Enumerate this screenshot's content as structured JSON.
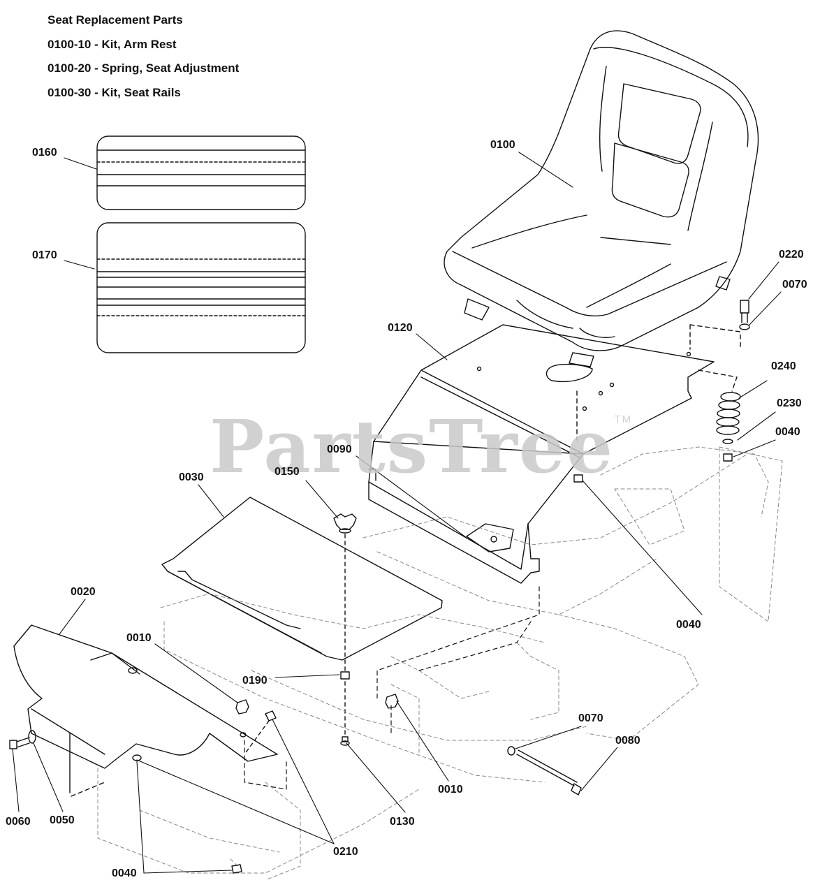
{
  "notes": {
    "heading": "Seat Replacement Parts",
    "items": [
      "0100-10 - Kit, Arm Rest",
      "0100-20 - Spring, Seat Adjustment",
      "0100-30 - Kit, Seat Rails"
    ]
  },
  "watermark": {
    "text": "PartsTree",
    "tm": "TM"
  },
  "callouts": {
    "p0160": "0160",
    "p0170": "0170",
    "p0100": "0100",
    "p0220": "0220",
    "p0070a": "0070",
    "p0120": "0120",
    "p0240": "0240",
    "p0230": "0230",
    "p0040a": "0040",
    "p0090": "0090",
    "p0150": "0150",
    "p0030": "0030",
    "p0040b": "0040",
    "p0020": "0020",
    "p0010a": "0010",
    "p0190": "0190",
    "p0070b": "0070",
    "p0080": "0080",
    "p0010b": "0010",
    "p0130": "0130",
    "p0060": "0060",
    "p0050": "0050",
    "p0210": "0210",
    "p0040c": "0040"
  }
}
